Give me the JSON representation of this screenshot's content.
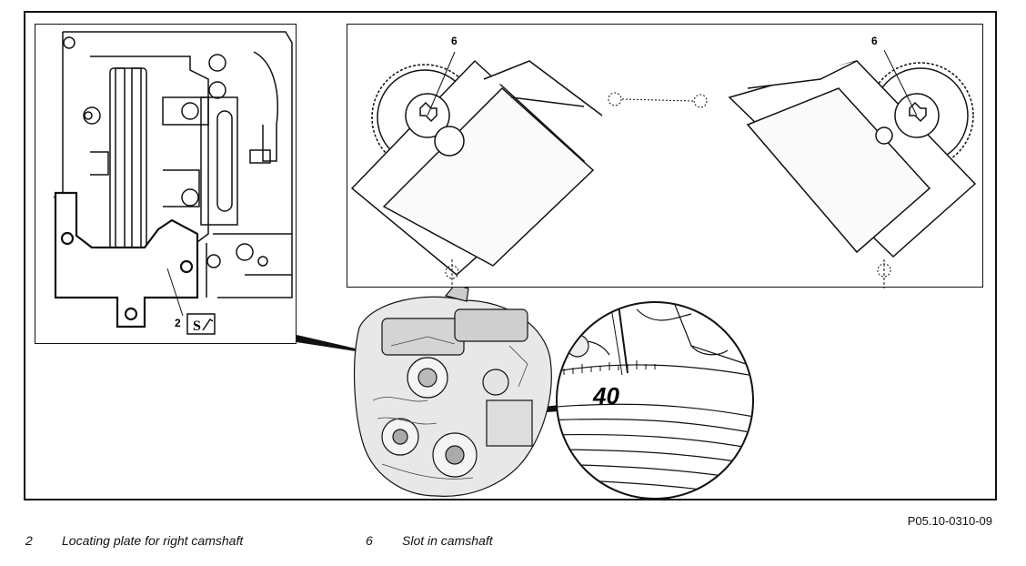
{
  "figure_code": "P05.10-0310-09",
  "callouts": {
    "locating_plate": "2",
    "slot_left": "6",
    "slot_right": "6",
    "degree_mark": "40"
  },
  "legend": [
    {
      "number": "2",
      "text": "Locating plate for right camshaft"
    },
    {
      "number": "6",
      "text": "Slot in camshaft"
    }
  ],
  "icons": {
    "tool_symbol": "special-tool-icon"
  }
}
